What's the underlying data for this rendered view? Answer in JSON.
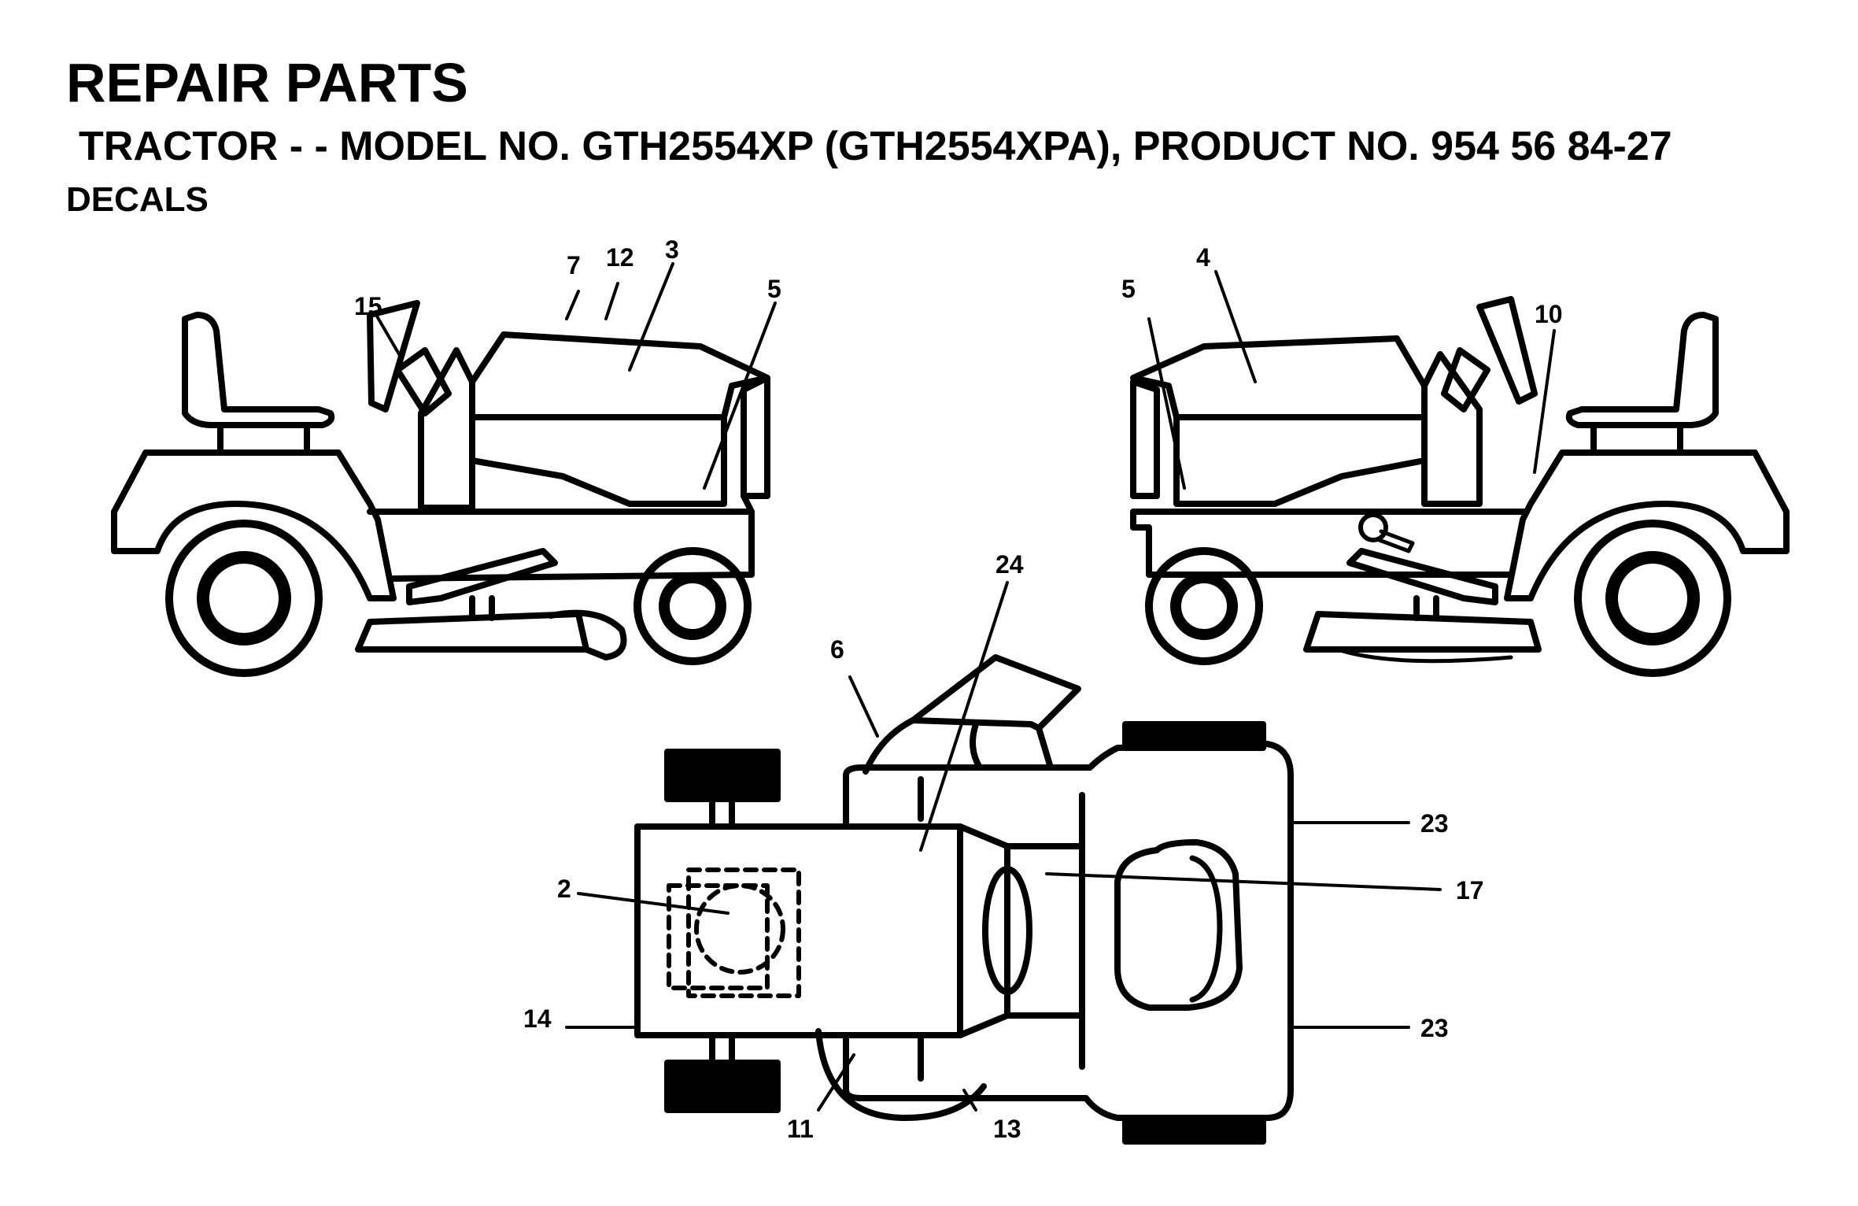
{
  "header": {
    "title": "REPAIR PARTS",
    "subtitle": "TRACTOR - - MODEL NO. GTH2554XP (GTH2554XPA), PRODUCT NO. 954 56 84-27",
    "section": "DECALS"
  },
  "callouts": {
    "left_view": {
      "c15": "15",
      "c7": "7",
      "c12": "12",
      "c3": "3",
      "c5": "5"
    },
    "right_view": {
      "c4": "4",
      "c5": "5",
      "c10": "10"
    },
    "top_view": {
      "c24": "24",
      "c6": "6",
      "c2": "2",
      "c14": "14",
      "c11": "11",
      "c13": "13",
      "c23a": "23",
      "c17": "17",
      "c23b": "23"
    }
  }
}
